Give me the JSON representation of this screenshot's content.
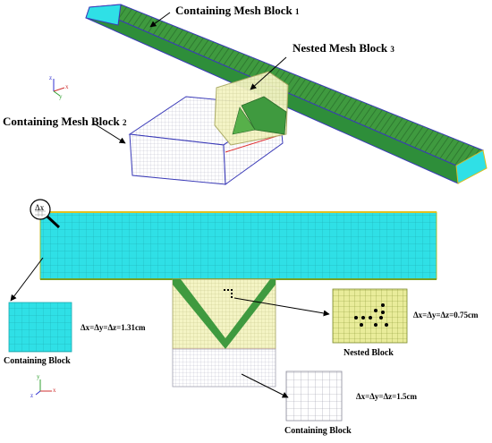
{
  "top": {
    "block1_label": "Containing Mesh Block",
    "block1_sub": "1",
    "block2_label": "Containing Mesh Block",
    "block2_sub": "2",
    "block3_label": "Nested Mesh Block",
    "block3_sub": "3"
  },
  "bottom": {
    "magnifier_text": "Δx",
    "left_inset_label": "Containing  Block",
    "left_inset_spacing": "Δx=Δy=Δz=1.31cm",
    "nested_inset_label": "Nested Block",
    "nested_inset_spacing": "Δx=Δy=Δz=0.75cm",
    "bottom_inset_label": "Containing  Block",
    "bottom_inset_spacing": "Δx=Δy=Δz=1.5cm"
  },
  "axes": {
    "top": {
      "x": "x",
      "y": "y",
      "z": "z"
    },
    "bottom": {
      "x": "x",
      "y": "y",
      "z": "z"
    }
  },
  "colors": {
    "cyan": "#2fe0e6",
    "green_block": "#3f9a3f",
    "yellow_mesh": "#f2f2c0",
    "mesh_line": "#b8b870",
    "border_blue": "#3a3ab8",
    "red": "#e03030"
  }
}
